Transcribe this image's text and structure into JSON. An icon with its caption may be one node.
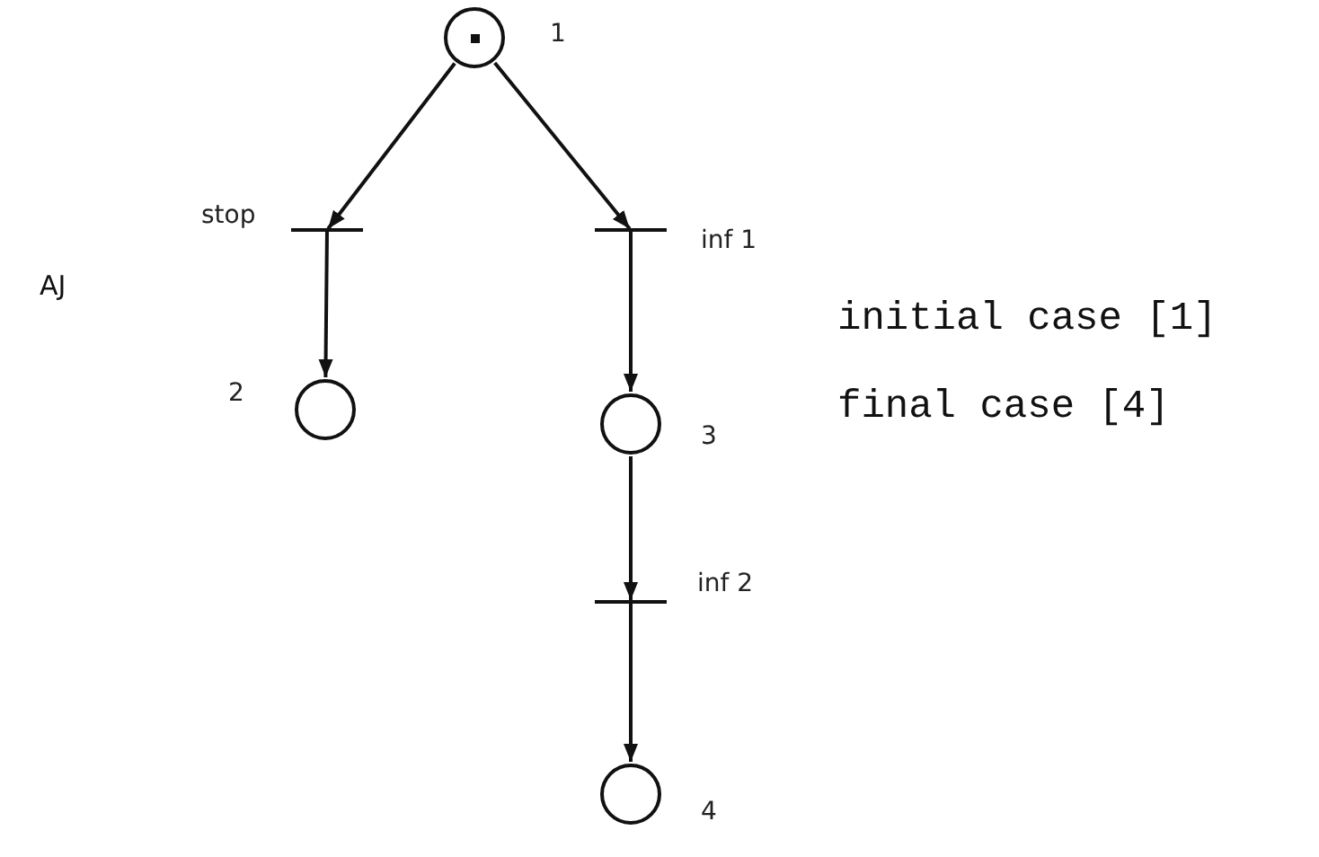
{
  "diagram": {
    "nodes": [
      {
        "text": [],
        "shape": "circle",
        "beside": [
          "1"
        ]
      },
      {
        "text": [],
        "shape": "bar",
        "beside": [
          "stop"
        ]
      },
      {
        "text": [],
        "shape": "bar",
        "beside": [
          "inf 1"
        ]
      },
      {
        "text": [],
        "shape": "circle",
        "beside": [
          "2"
        ]
      },
      {
        "text": [],
        "shape": "circle",
        "beside": [
          "3"
        ]
      },
      {
        "text": [],
        "shape": "bar",
        "beside": [
          "inf 2"
        ]
      },
      {
        "text": [],
        "shape": "circle",
        "beside": [
          "4"
        ]
      }
    ],
    "edges": [
      {
        "from": 0,
        "to": 1,
        "arrow": "to"
      },
      {
        "from": 0,
        "to": 2,
        "arrow": "to"
      },
      {
        "from": 1,
        "to": 3,
        "arrow": "to"
      },
      {
        "from": 2,
        "to": 4,
        "arrow": "to"
      },
      {
        "from": 4,
        "to": 5,
        "arrow": "to"
      },
      {
        "from": 5,
        "to": 6,
        "arrow": "to"
      }
    ],
    "labels": [
      "AJ",
      "initial case [1]",
      "final case [4]"
    ]
  }
}
